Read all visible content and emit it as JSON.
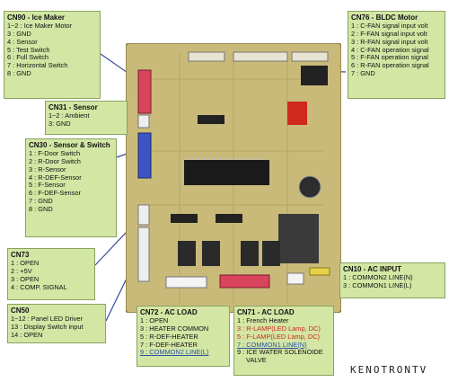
{
  "boxes": {
    "cn90": {
      "title": "CN90 - Ice Maker",
      "lines": [
        "1~2 : Ice Maker Motor",
        "3 : GND",
        "4 : Sensor",
        "5 : Test Switch",
        "6 : Full Switch",
        "7 : Horizontal Switch",
        "8 : GND"
      ]
    },
    "cn76": {
      "title": "CN76 - BLDC Motor",
      "lines": [
        "1 : C-FAN signal input volt",
        "2 : F-FAN signal input volt",
        "3 : R-FAN signal input volt",
        "4 : C-FAN operation signal",
        "5 : F-FAN operation signal",
        "6 : R-FAN operation signal",
        "7 : GND"
      ]
    },
    "cn31": {
      "title": "CN31 - Sensor",
      "lines": [
        "1~2 : Ambient",
        "3:  GND"
      ]
    },
    "cn30": {
      "title": "CN30 - Sensor & Switch",
      "lines": [
        "1 : F-Door Switch",
        "2 : R-Door Switch",
        "3 : R-Sensor",
        "4 : R-DEF-Sensor",
        "5 : F-Sensor",
        "6 : F-DEF-Sensor",
        "7 : GND",
        "8 : GND"
      ]
    },
    "cn73": {
      "title": "CN73",
      "lines": [
        "1 : OPEN",
        "2 : +5V",
        "3 : OPEN",
        "4 : COMP. SIGNAL"
      ]
    },
    "cn50": {
      "title": "CN50",
      "lines": [
        "1~12 : Panel LED Driver",
        "13 : Display Switch input",
        "14 : OPEN"
      ]
    },
    "cn72": {
      "title": "CN72 - AC LOAD",
      "lines": [
        "1 : OPEN",
        "3 : HEATER COMMON",
        "5 : R-DEF-HEATER",
        "7 : F-DEF-HEATER",
        "9 : COMMON2 LINE(L)"
      ]
    },
    "cn71": {
      "title": "CN71 - AC LOAD",
      "lines": [
        "1 : French Heater",
        "3 : R-LAMP(LED Lamp, DC)",
        "5 : F-LAMP(LED Lamp, DC)",
        "7 : COMMON1 LINE(N)",
        "9 : ICE WATER SOLENOIDE",
        "VALVE"
      ]
    },
    "cn10": {
      "title": "CN10 - AC INPUT",
      "lines": [
        "1 : COMMON2 LINE(N)",
        "3 : COMMON1 LINE(L)"
      ]
    }
  },
  "board": {
    "chip_label": "",
    "pcb_color": "#c9ba7a"
  },
  "brand": "KENOTRONTV",
  "colors": {
    "box_fill": "#d3e6a4",
    "box_border": "#8aa360",
    "red_text": "#d0281f",
    "link_text": "#2a55a8",
    "line_color": "#3a4a9a"
  }
}
